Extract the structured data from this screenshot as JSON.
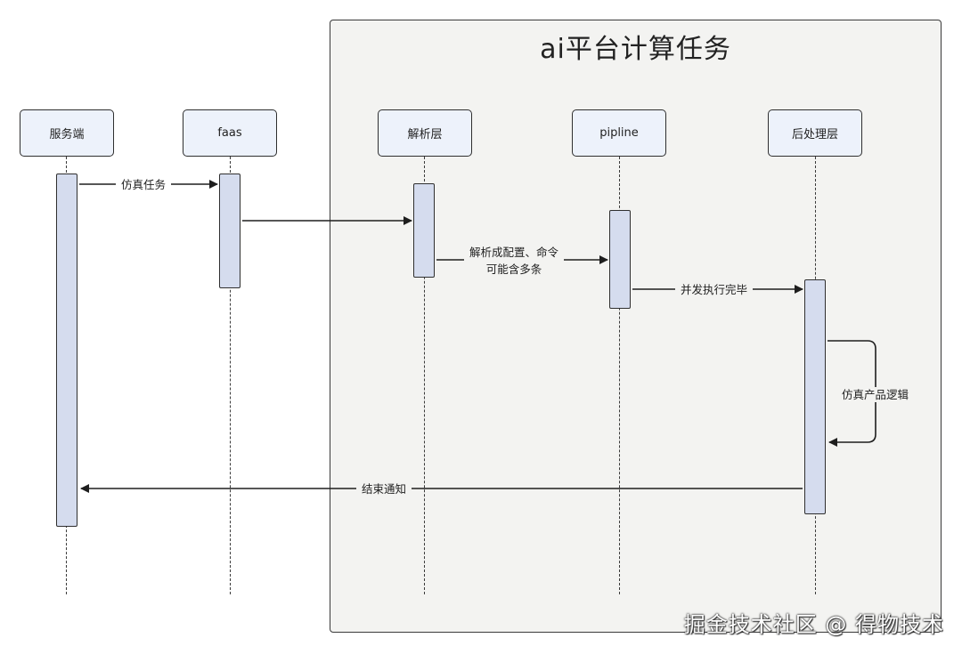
{
  "group": {
    "title": "ai平台计算任务"
  },
  "participants": [
    {
      "id": "server",
      "label": "服务端"
    },
    {
      "id": "faas",
      "label": "faas"
    },
    {
      "id": "parse",
      "label": "解析层"
    },
    {
      "id": "pipeline",
      "label": "pipline"
    },
    {
      "id": "post",
      "label": "后处理层"
    }
  ],
  "messages": {
    "m1": "仿真任务",
    "m3_line1": "解析成配置、命令",
    "m3_line2": "可能含多条",
    "m4": "并发执行完毕",
    "m5": "仿真产品逻辑",
    "m6": "结束通知"
  },
  "watermark": "掘金技术社区 @ 得物技术",
  "colors": {
    "participant_fill": "#edf2fb",
    "activation_fill": "#d5dcee",
    "group_fill": "#f3f3f1",
    "stroke": "#2f2f2f"
  }
}
